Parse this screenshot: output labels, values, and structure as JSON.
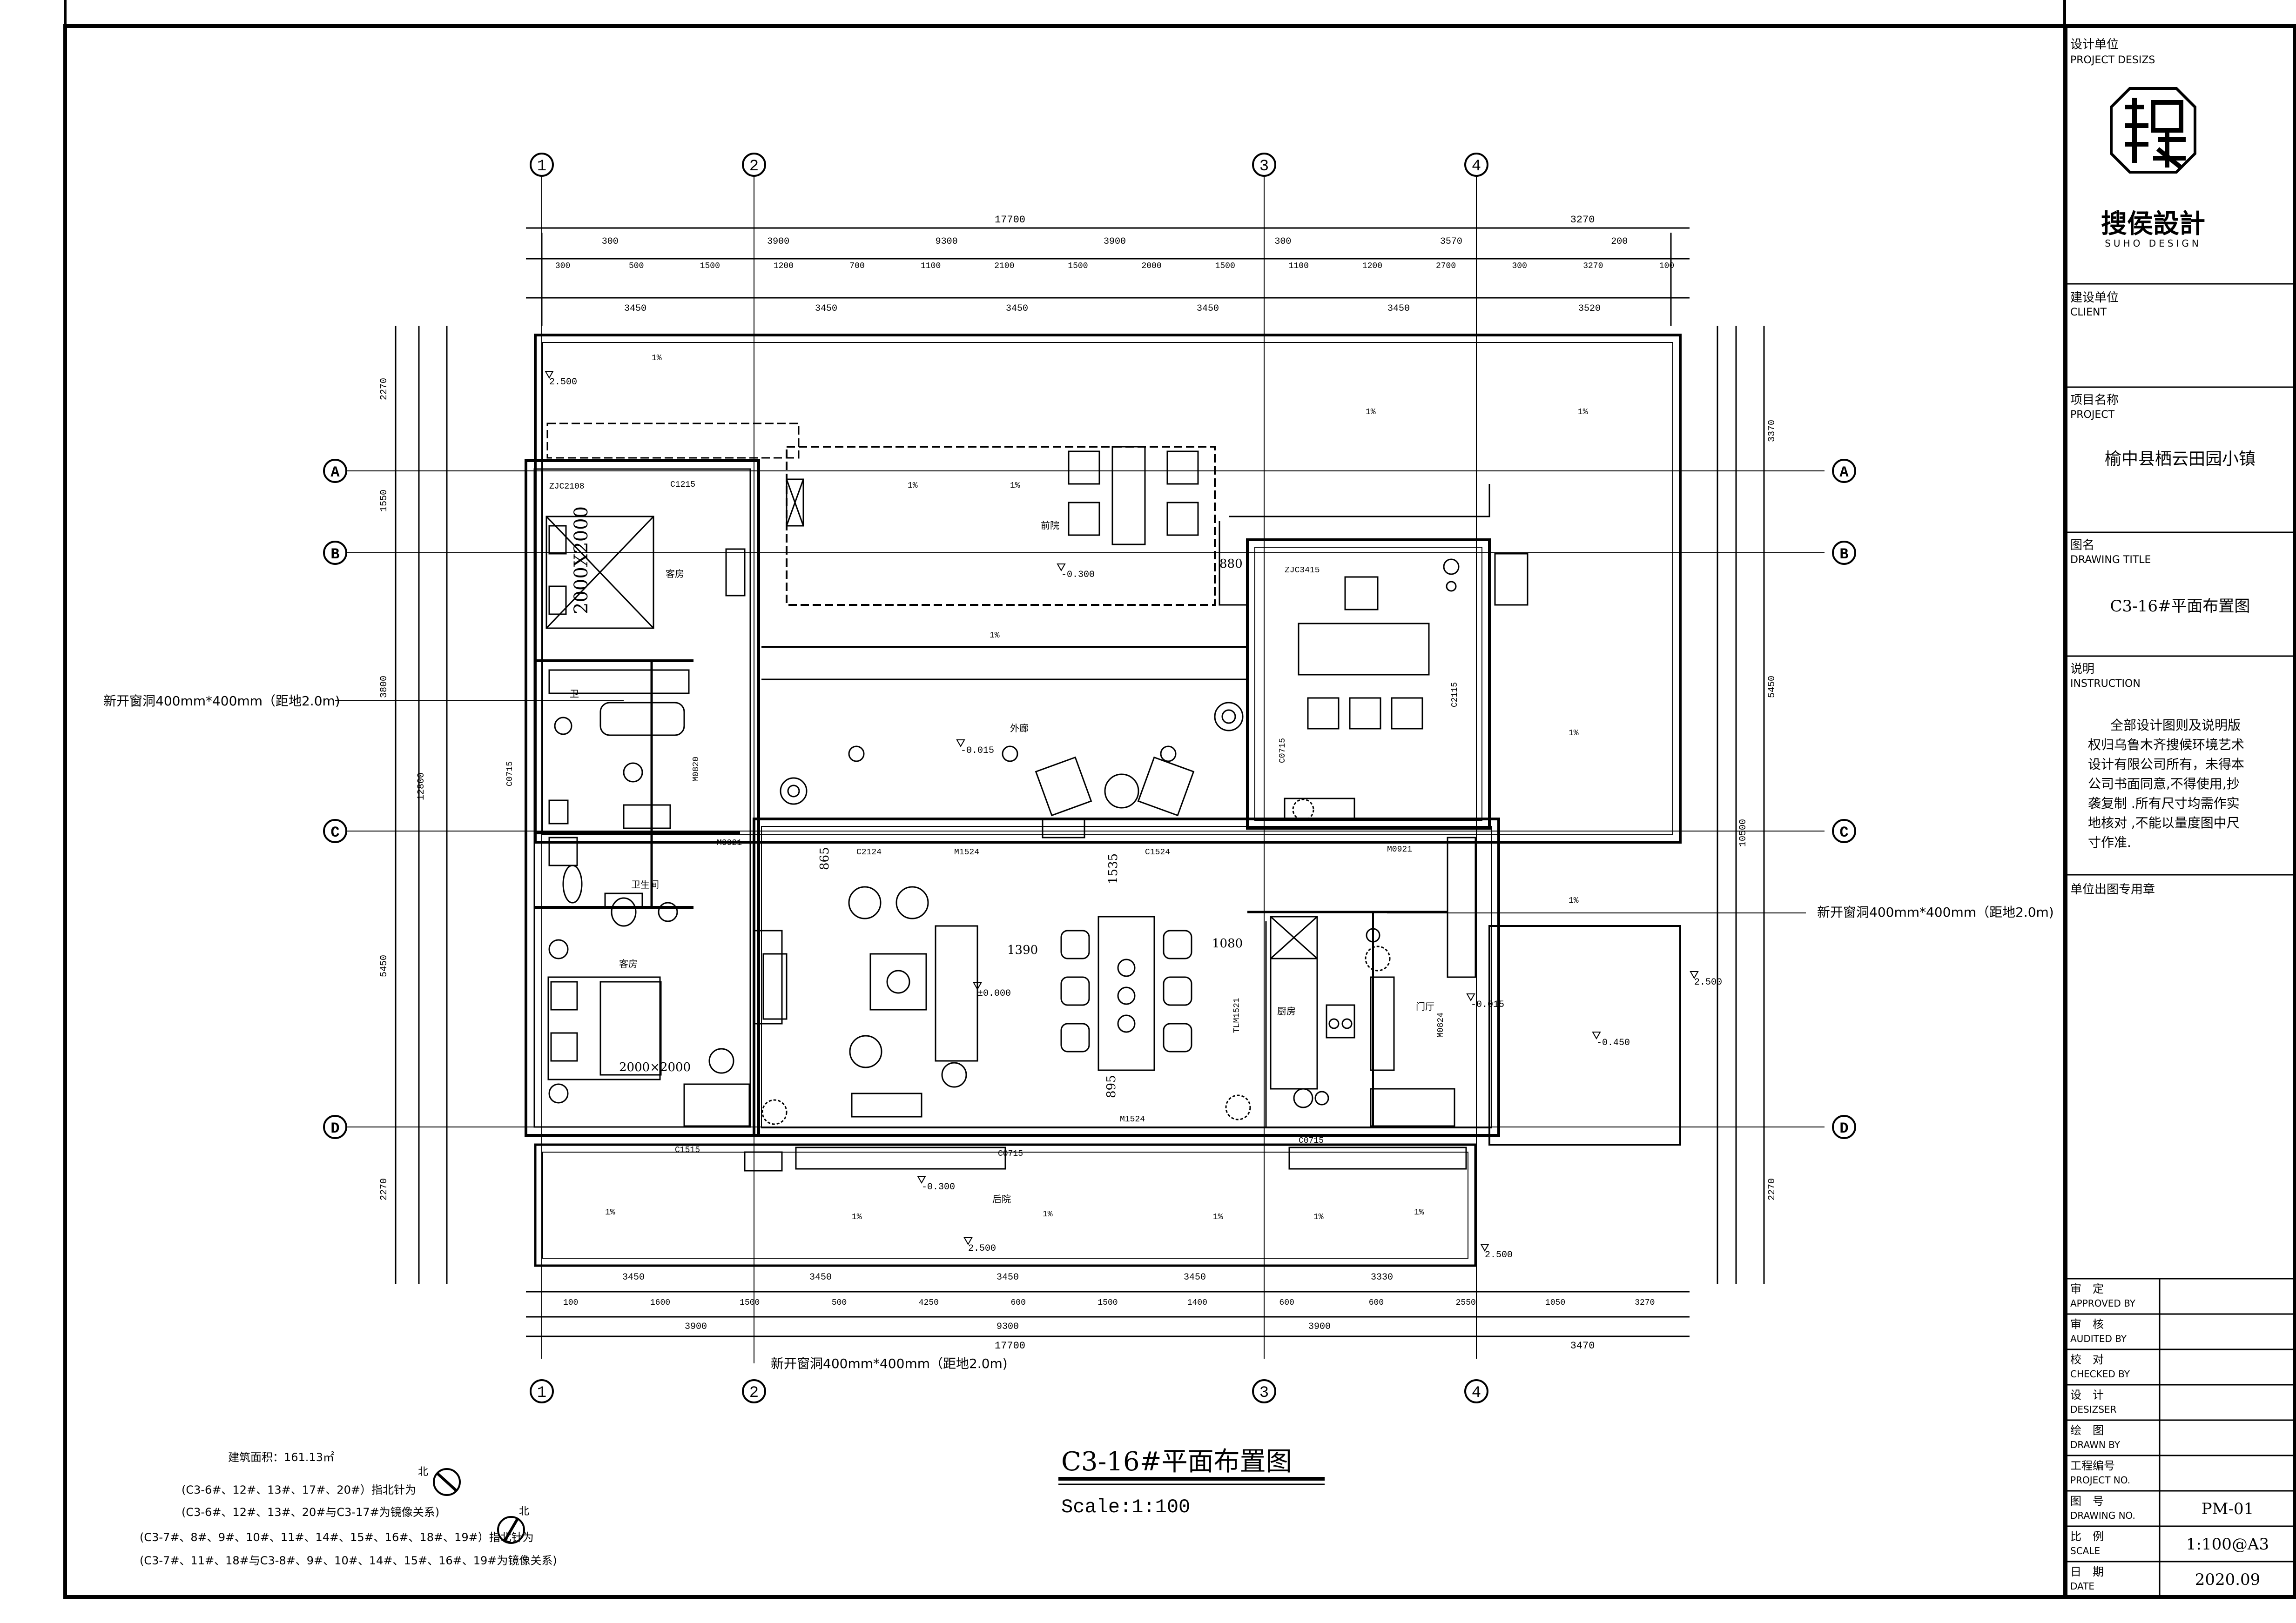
{
  "title_block": {
    "design_unit_cn": "设计单位",
    "design_unit_en": "PROJECT DESIZS",
    "logo_text": "搜侯設計",
    "logo_sub": "SUHO DESIGN",
    "client_cn": "建设单位",
    "client_en": "CLIENT",
    "project_cn": "项目名称",
    "project_en": "PROJECT",
    "project_value": "榆中县栖云田园小镇",
    "drawing_title_cn": "图名",
    "drawing_title_en": "DRAWING TITLE",
    "drawing_title_value": "C3-16#平面布置图",
    "instruction_cn": "说明",
    "instruction_en": "INSTRUCTION",
    "instruction_lines": [
      "全部设计图则及说明版",
      "权归乌鲁木齐搜候环境艺术",
      "设计有限公司所有，未得本",
      "公司书面同意,不得使用,抄",
      "袭复制 .所有尺寸均需作实",
      "地核对 ,不能以量度图中尺",
      "寸作准."
    ],
    "stamp_label": "单位出图专用章",
    "rows": [
      {
        "cn": "审　定",
        "en": "APPROVED BY",
        "value": ""
      },
      {
        "cn": "审　核",
        "en": "AUDITED BY",
        "value": ""
      },
      {
        "cn": "校　对",
        "en": "CHECKED BY",
        "value": ""
      },
      {
        "cn": "设　计",
        "en": "DESIZSER",
        "value": ""
      },
      {
        "cn": "绘　图",
        "en": "DRAWN BY",
        "value": ""
      },
      {
        "cn": "工程编号",
        "en": "PROJECT NO.",
        "value": ""
      },
      {
        "cn": "图　号",
        "en": "DRAWING NO.",
        "value": "PM-01"
      },
      {
        "cn": "比　例",
        "en": "SCALE",
        "value": "1:100@A3"
      },
      {
        "cn": "日　期",
        "en": "DATE",
        "value": "2020.09"
      }
    ]
  },
  "plan": {
    "title": "C3-16#平面布置图",
    "scale": "Scale:1:100",
    "grid_numbers": [
      "1",
      "2",
      "3",
      "4"
    ],
    "grid_letters": [
      "A",
      "B",
      "C",
      "D"
    ],
    "dims_top_total": "17700",
    "dims_top_ext": "3270",
    "dims_top_row1": [
      "300",
      "3900",
      "9300",
      "3900",
      "300",
      "3570",
      "200"
    ],
    "dims_top_row2": [
      "300",
      "500",
      "1500",
      "1200",
      "700",
      "1100",
      "2100",
      "1500",
      "2000",
      "1500",
      "1100",
      "1200",
      "2700",
      "300",
      "3270",
      "100"
    ],
    "dims_top_row3": [
      "3450",
      "3450",
      "3450",
      "3450",
      "3450",
      "3520"
    ],
    "dims_bottom_row1": [
      "100",
      "1600",
      "1500",
      "500",
      "4250",
      "600",
      "1500",
      "1400",
      "600",
      "600",
      "2550",
      "1050",
      "3270"
    ],
    "dims_bottom_row2": [
      "3450",
      "3450",
      "3450",
      "3450",
      "3330"
    ],
    "dims_bottom_row3": [
      "3900",
      "9300",
      "3900"
    ],
    "dims_bottom_total": "17700",
    "dims_bottom_ext": "3470",
    "dims_left": [
      "2270",
      "1550",
      "3800",
      "5450",
      "2270"
    ],
    "dims_left_total": "12800",
    "dims_right": [
      "3370",
      "5450",
      "2270"
    ],
    "dims_right_total": "10500",
    "rooms": [
      {
        "id": "guest-room-1",
        "label": "客房"
      },
      {
        "id": "bath-1",
        "label": "卫生间"
      },
      {
        "id": "guest-room-2",
        "label": "客房"
      },
      {
        "id": "front-yard",
        "label": "前院"
      },
      {
        "id": "corridor",
        "label": "外廊"
      },
      {
        "id": "kitchen",
        "label": "厨房"
      },
      {
        "id": "foyer",
        "label": "门厅"
      },
      {
        "id": "back-yard",
        "label": "后院"
      },
      {
        "id": "wc",
        "label": "卫"
      }
    ],
    "codes": [
      "ZJC2108",
      "C1215",
      "M0921",
      "M0820",
      "C0715",
      "C2124",
      "M1524",
      "C1524",
      "M0921",
      "TLM1521",
      "M0824",
      "ZJC3415",
      "C2115",
      "C0715",
      "M1524",
      "C1515",
      "C0715",
      "C0715"
    ],
    "levels": [
      "2.500",
      "-0.300",
      "-0.015",
      "±0.000",
      "-0.015",
      "-0.450",
      "2.500",
      "2.500",
      "-0.300",
      "2.500"
    ],
    "slopes": [
      "1%",
      "1%",
      "1%",
      "1%",
      "1%",
      "1%",
      "1%",
      "1%",
      "1%",
      "1%",
      "1%",
      "1%",
      "1%",
      "1%"
    ],
    "inner_dims": [
      "865",
      "1535",
      "1390",
      "1080",
      "895",
      "880",
      "2000X2000",
      "2000×2000"
    ],
    "notes": [
      "新开窗洞400mm*400mm（距地2.0m)",
      "新开窗洞400mm*400mm（距地2.0m)",
      "新开窗洞400mm*400mm（距地2.0m)"
    ]
  },
  "legend": {
    "area": "建筑面积：161.13㎡",
    "line1": "(C3-6#、12#、13#、17#、20#）指北针为",
    "line2": "(C3-6#、12#、13#、20#与C3-17#为镜像关系)",
    "line3": "(C3-7#、8#、9#、10#、11#、14#、15#、16#、18#、19#）指北针为",
    "line4": "(C3-7#、11#、18#与C3-8#、9#、10#、14#、15#、16#、19#为镜像关系)",
    "north_label": "北"
  }
}
